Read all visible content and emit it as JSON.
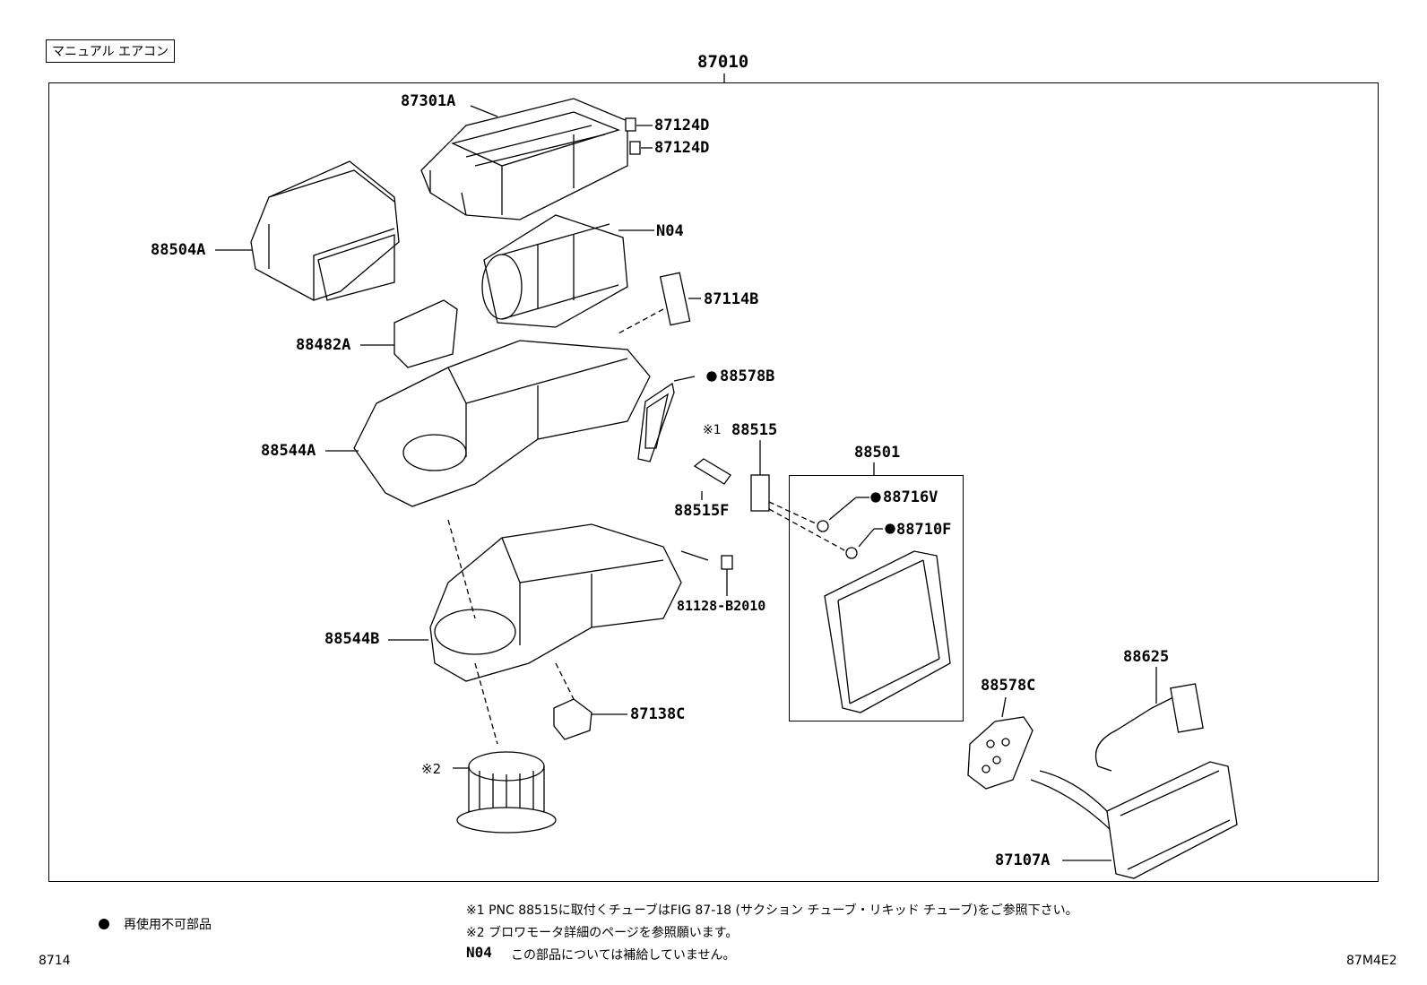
{
  "header": {
    "tag": "マニュアル エアコン",
    "assembly_number": "87010"
  },
  "parts": {
    "p87301A": "87301A",
    "p87124D_1": "87124D",
    "p87124D_2": "87124D",
    "p88504A": "88504A",
    "pN04": "N04",
    "p87114B": "87114B",
    "p88482A": "88482A",
    "p88578B": "88578B",
    "p88515_mark": "※1",
    "p88515": "88515",
    "p88501": "88501",
    "p88544A": "88544A",
    "p88515F": "88515F",
    "p88716V": "88716V",
    "p88710F": "88710F",
    "p81128": "81128-B2010",
    "p88544B": "88544B",
    "p87138C": "87138C",
    "p88578C": "88578C",
    "p88625": "88625",
    "p_mark2": "※2",
    "p87107A": "87107A"
  },
  "footer": {
    "legend": "再使用不可部品",
    "note1": "※1 PNC 88515に取付くチューブはFIG 87-18 (サクション チューブ・リキッド チューブ)をご参照下さい。",
    "note2": "※2 ブロワモータ詳細のページを参照願います。",
    "note3_code": "N04",
    "note3": "この部品については補給していません。",
    "page_left": "8714",
    "page_right": "87M4E2"
  },
  "colors": {
    "line": "#000000",
    "bg": "#ffffff"
  }
}
